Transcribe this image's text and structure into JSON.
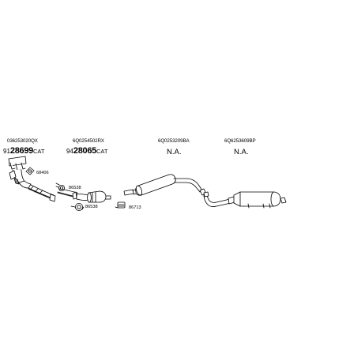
{
  "columns": [
    {
      "oem": "036253020QX",
      "ref_prefix": "91",
      "ref_main": "28699",
      "ref_suffix": "CAT"
    },
    {
      "oem": "6Q0254502RX",
      "ref_prefix": "94",
      "ref_main": "28065",
      "ref_suffix": "CAT"
    },
    {
      "oem": "6Q0253209BA",
      "ref_na": "N.A."
    },
    {
      "oem": "6Q6253609BP",
      "ref_na": "N.A."
    }
  ],
  "callouts": {
    "c1": "68406",
    "c2": "86538",
    "c3": "86538",
    "c4": "86713"
  },
  "colors": {
    "line": "#000000",
    "fill": "#ffffff",
    "shade": "#8a8a8a"
  }
}
